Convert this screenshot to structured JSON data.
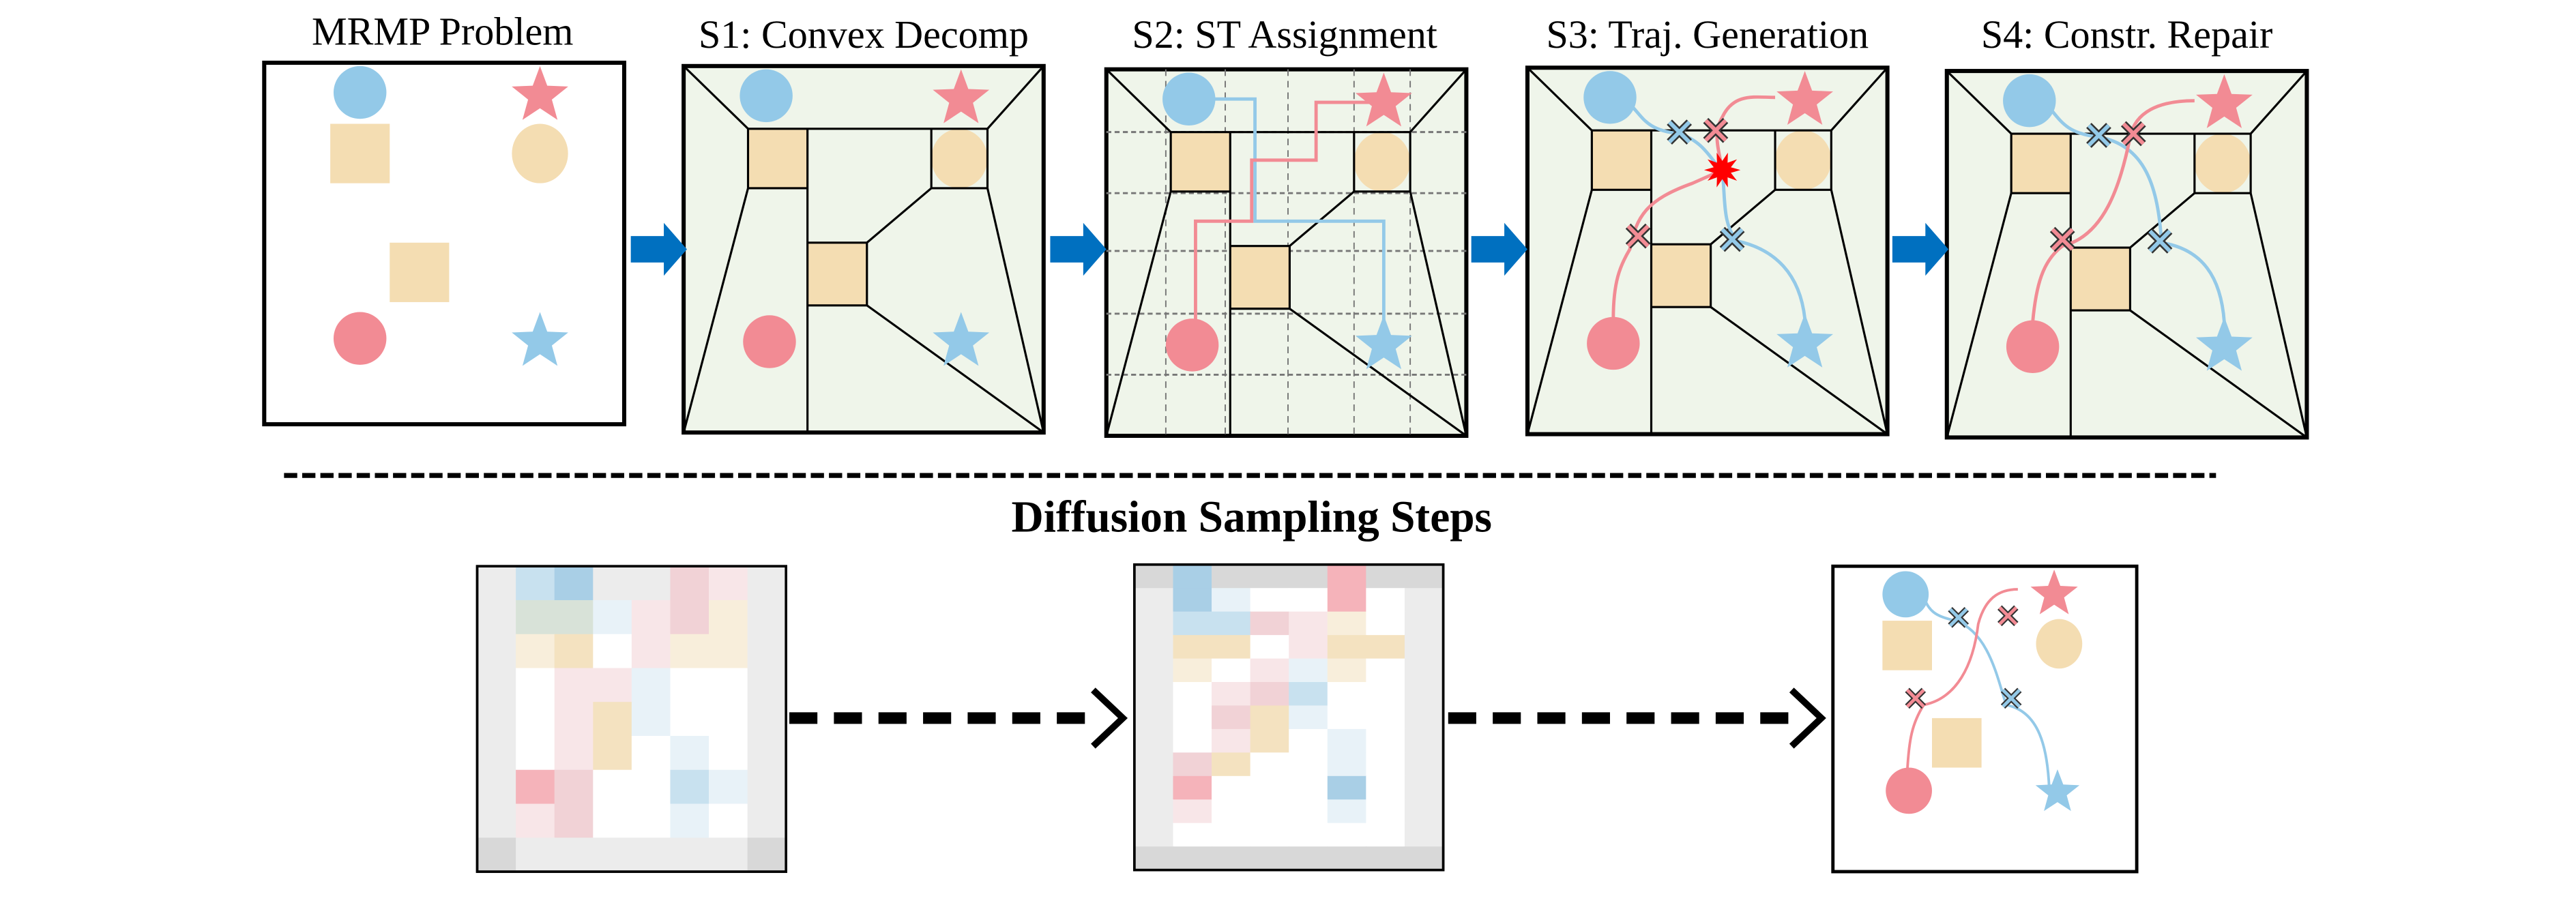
{
  "stages": [
    {
      "title": "MRMP Problem"
    },
    {
      "title": "S1: Convex Decomp"
    },
    {
      "title": "S2: ST Assignment"
    },
    {
      "title": "S3: Traj. Generation"
    },
    {
      "title": "S4: Constr. Repair"
    }
  ],
  "sampling": {
    "heading": "Diffusion Sampling Steps"
  },
  "colors": {
    "robot_blue": "#93c9e8",
    "robot_red": "#f28b94",
    "obstacle": "#f4ddb2",
    "free_space": "#eff5ea",
    "arrow": "#0070c0",
    "collision": "#ff0000"
  }
}
